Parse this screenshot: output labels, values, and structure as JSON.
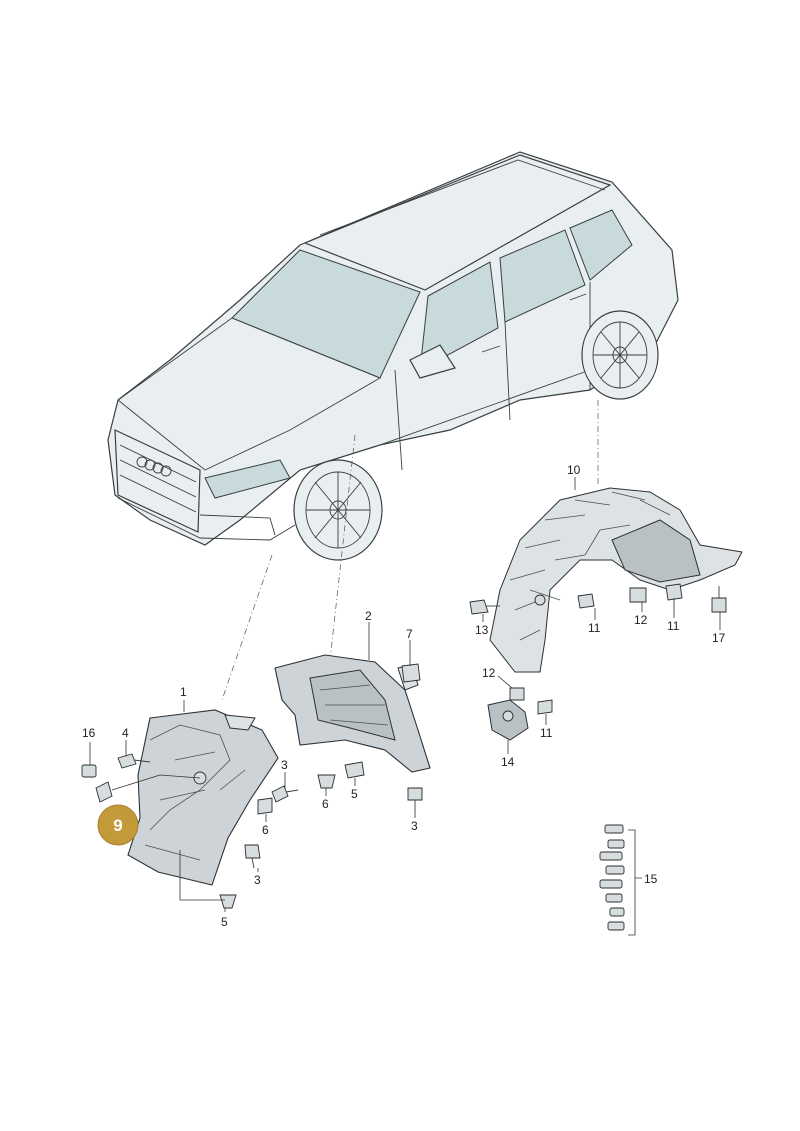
{
  "callouts": {
    "c1": "1",
    "c2": "2",
    "c3a": "3",
    "c3b": "3",
    "c3c": "3",
    "c4": "4",
    "c5a": "5",
    "c5b": "5",
    "c6a": "6",
    "c6b": "6",
    "c7": "7",
    "c10": "10",
    "c11a": "11",
    "c11b": "11",
    "c11c": "11",
    "c12a": "12",
    "c12b": "12",
    "c13": "13",
    "c14": "14",
    "c15": "15",
    "c16": "16",
    "c17": "17"
  },
  "highlight": {
    "label": "9",
    "color": "#c29a3a"
  },
  "colors": {
    "glass": "#c9dadc",
    "body": "#e9eef0",
    "parts": "#cdd3d6"
  }
}
